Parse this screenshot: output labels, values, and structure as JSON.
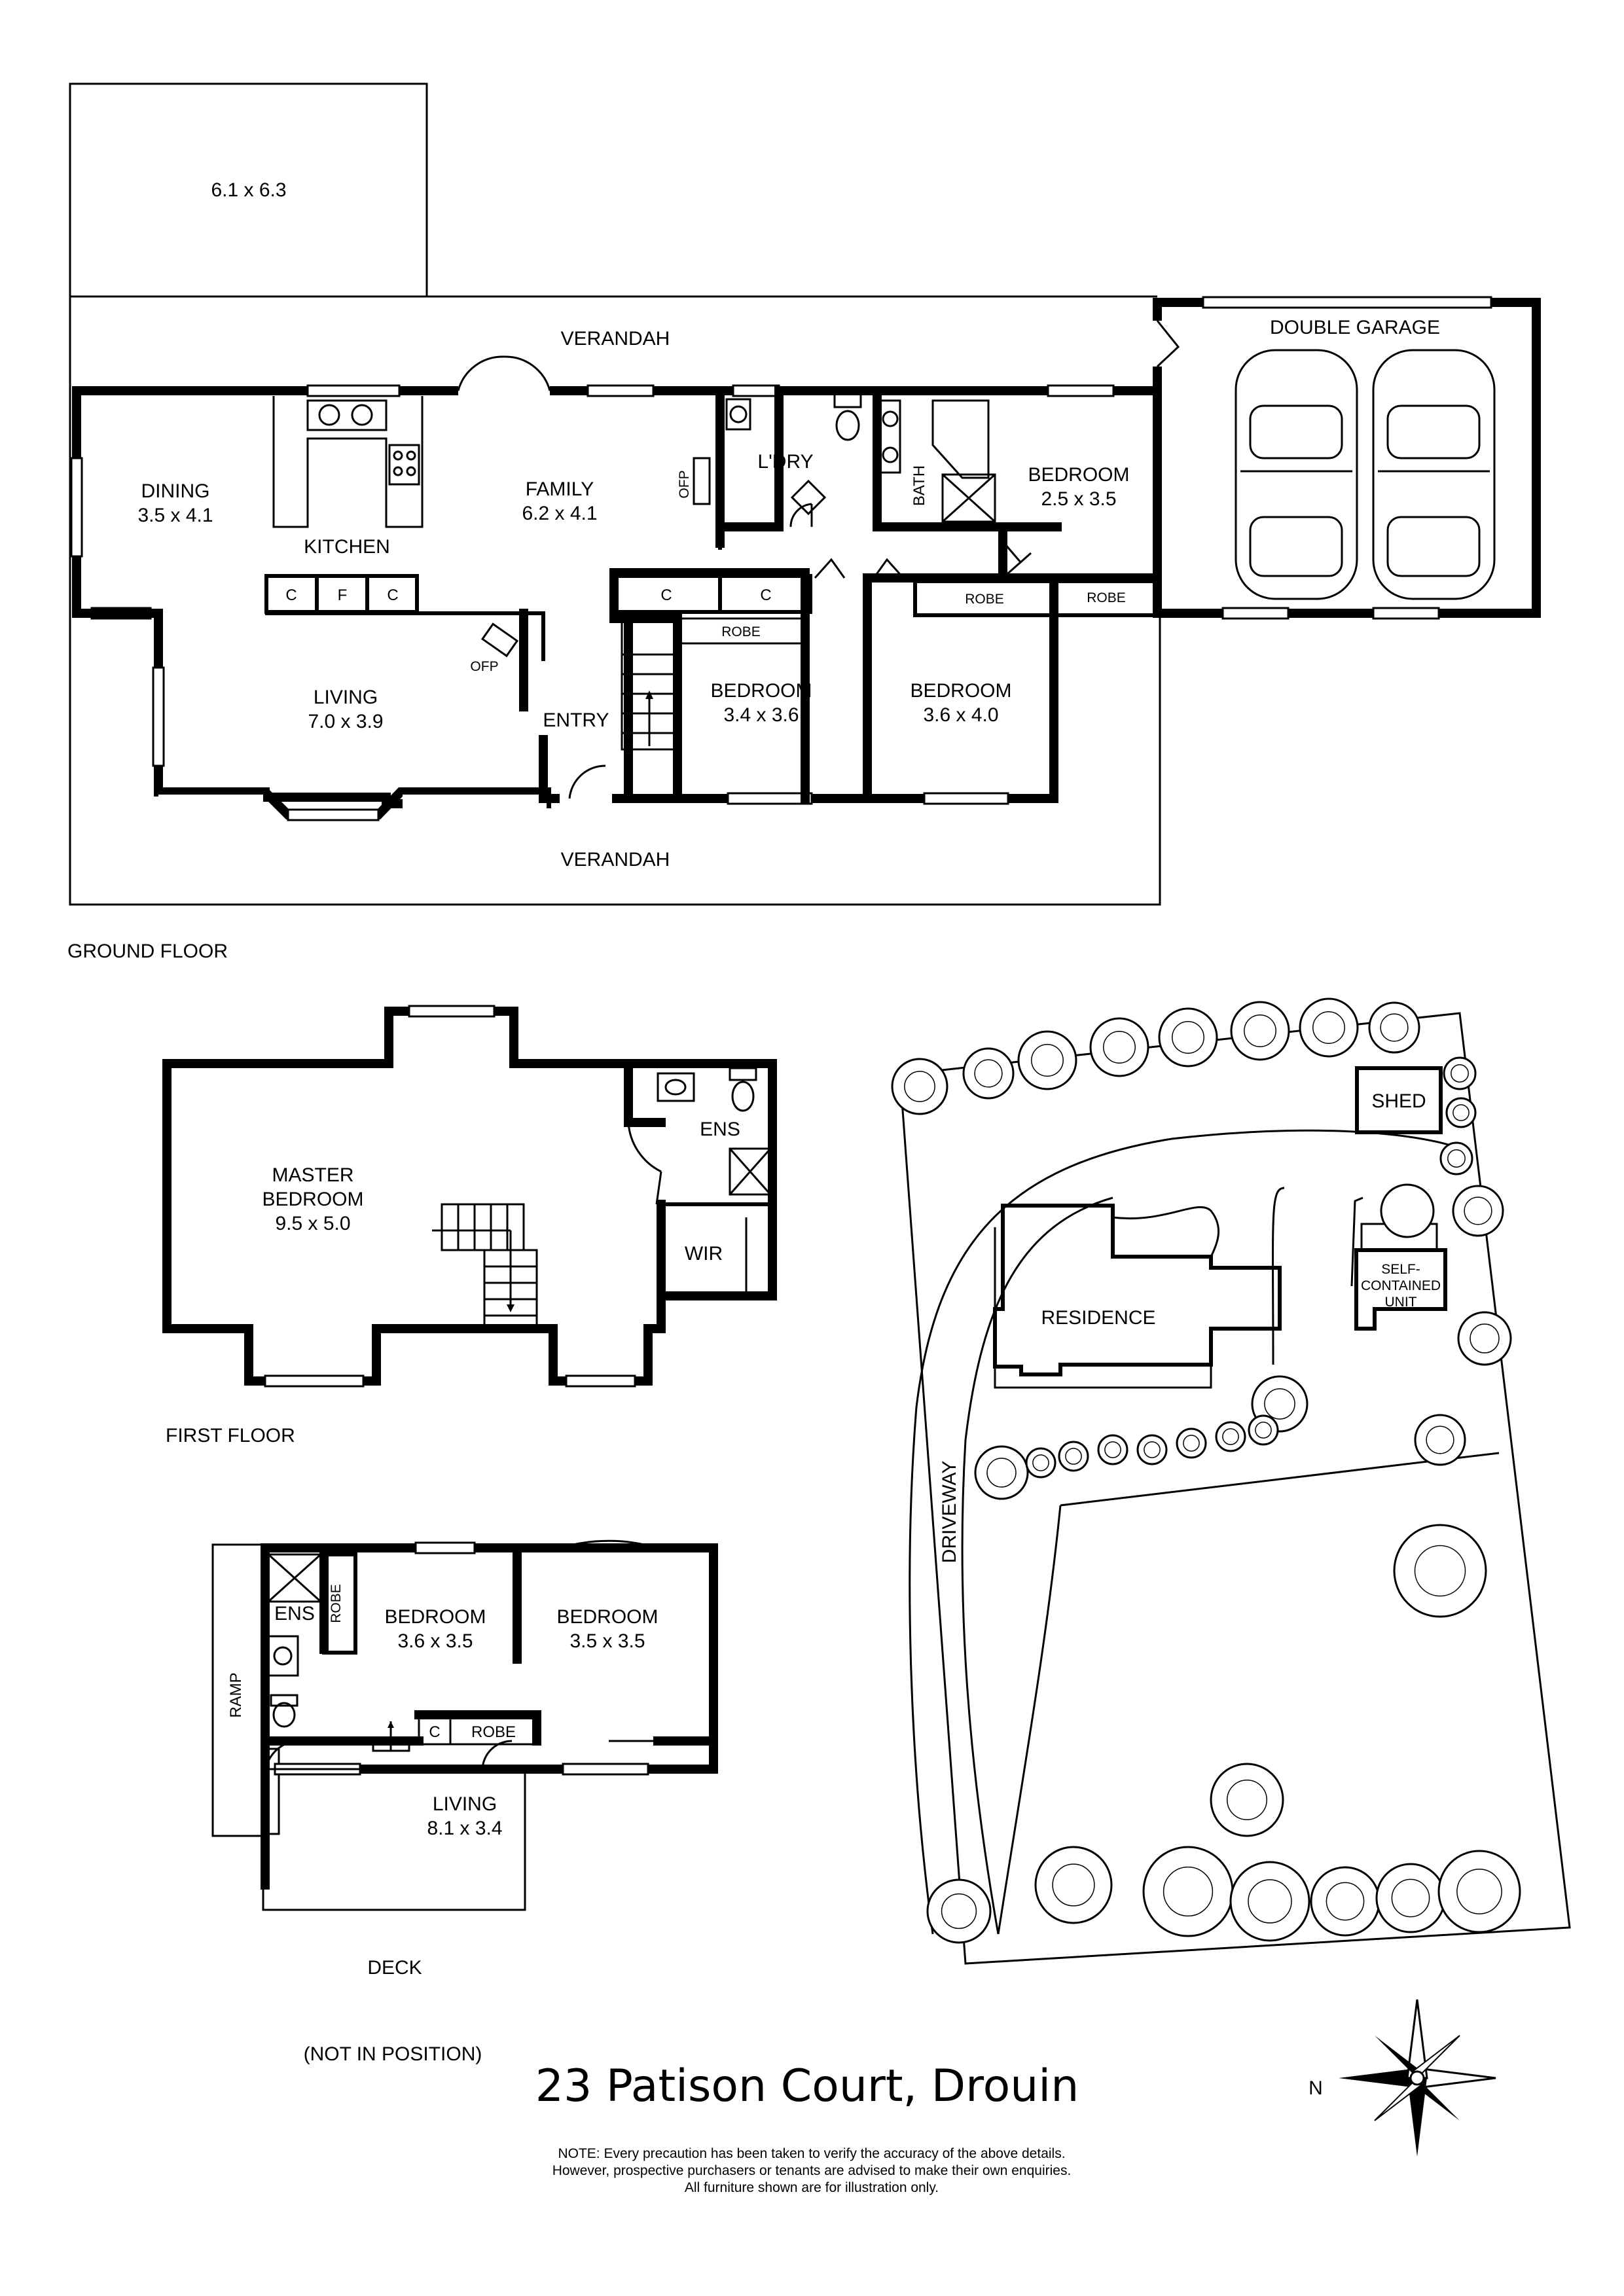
{
  "ground_floor": {
    "label": "GROUND FLOOR",
    "rooms": {
      "outbuilding": "6.1 x 6.3",
      "verandah_top": "VERANDAH",
      "verandah_bottom": "VERANDAH",
      "double_garage": "DOUBLE GARAGE",
      "dining": {
        "name": "DINING",
        "size": "3.5 x 4.1"
      },
      "kitchen": "KITCHEN",
      "family": {
        "name": "FAMILY",
        "size": "6.2 x 4.1"
      },
      "ofp_family": "OFP",
      "laundry": "L'DRY",
      "bath": "BATH",
      "bedroom_ne": {
        "name": "BEDROOM",
        "size": "2.5 x 3.5"
      },
      "living": {
        "name": "LIVING",
        "size": "7.0 x 3.9"
      },
      "ofp_living": "OFP",
      "entry": "ENTRY",
      "bedroom_mid": {
        "name": "BEDROOM",
        "size": "3.4 x 3.6"
      },
      "bedroom_east": {
        "name": "BEDROOM",
        "size": "3.6 x 4.0"
      },
      "robe_mid": "ROBE",
      "robe_east": "ROBE",
      "robe_ne": "ROBE",
      "cupboards_kitchen": [
        "C",
        "F",
        "C"
      ],
      "cupboards_hall": [
        "C",
        "C"
      ]
    }
  },
  "first_floor": {
    "label": "FIRST FLOOR",
    "rooms": {
      "master": {
        "name": "MASTER",
        "name2": "BEDROOM",
        "size": "9.5 x 5.0"
      },
      "ens": "ENS",
      "wir": "WIR"
    }
  },
  "unit": {
    "note": "(NOT IN POSITION)",
    "rooms": {
      "ens": "ENS",
      "robe_side": "ROBE",
      "bedroom_1": {
        "name": "BEDROOM",
        "size": "3.6 x 3.5"
      },
      "bedroom_2": {
        "name": "BEDROOM",
        "size": "3.5 x 3.5"
      },
      "cupboard": "C",
      "robe": "ROBE",
      "ramp": "RAMP",
      "living": {
        "name": "LIVING",
        "size": "8.1 x 3.4"
      },
      "deck": "DECK"
    }
  },
  "site_plan": {
    "shed": "SHED",
    "self_contained_unit": [
      "SELF-",
      "CONTAINED",
      "UNIT"
    ],
    "residence": "RESIDENCE",
    "driveway": "DRIVEWAY"
  },
  "address": "23 Patison Court, Drouin",
  "compass": {
    "north": "N"
  },
  "disclaimer": [
    "NOTE: Every precaution has been taken to verify the accuracy of the above details.",
    "However, prospective purchasers or tenants are advised to make their own enquiries.",
    "All furniture shown are for illustration only."
  ]
}
